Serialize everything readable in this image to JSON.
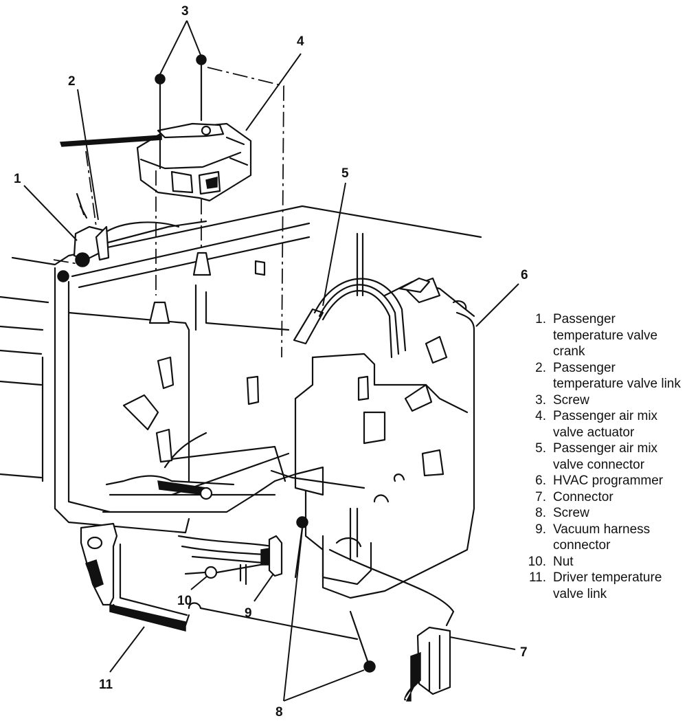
{
  "figure": {
    "callouts": [
      "1",
      "2",
      "3",
      "4",
      "5",
      "6",
      "7",
      "8",
      "9",
      "10",
      "11"
    ]
  },
  "legend": {
    "items": [
      {
        "num": "1.",
        "text": "Passenger temperature valve crank"
      },
      {
        "num": "2.",
        "text": "Passenger temperature valve link"
      },
      {
        "num": "3.",
        "text": "Screw"
      },
      {
        "num": "4.",
        "text": "Passenger air mix valve actuator"
      },
      {
        "num": "5.",
        "text": "Passenger air mix valve connector"
      },
      {
        "num": "6.",
        "text": "HVAC programmer"
      },
      {
        "num": "7.",
        "text": "Connector"
      },
      {
        "num": "8.",
        "text": "Screw"
      },
      {
        "num": "9.",
        "text": "Vacuum harness connector"
      },
      {
        "num": "10.",
        "text": "Nut"
      },
      {
        "num": "11.",
        "text": "Driver temperature valve link"
      }
    ]
  }
}
